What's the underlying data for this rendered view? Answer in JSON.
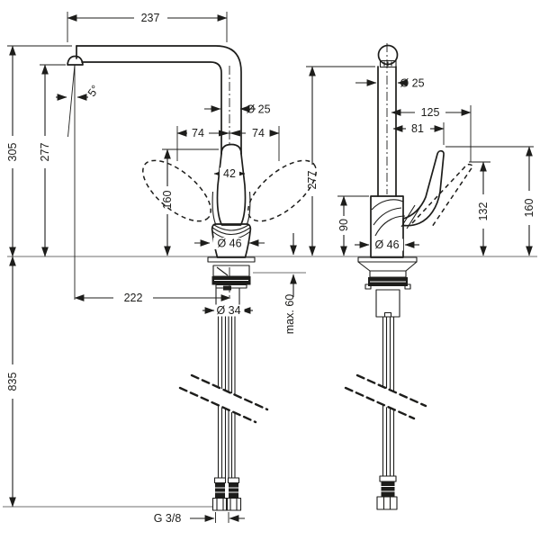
{
  "colors": {
    "ink": "#1d1d1b",
    "reference_line": "#8c8c8c",
    "background": "#ffffff"
  },
  "front_view": {
    "spout_reach": "237",
    "total_height": "305",
    "outlet_height": "277",
    "outlet_angle": "5°",
    "spout_pipe_diameter": "Ø 25",
    "lever_swing_left": "74",
    "lever_swing_right": "74",
    "lever_width": "42",
    "lever_raised_height": "160",
    "body_diameter": "Ø 46",
    "outlet_to_axis": "222",
    "shank_diameter": "Ø 34",
    "hose_length": "835",
    "connection_thread": "G 3/8"
  },
  "side_view": {
    "spout_pipe_diameter": "Ø 25",
    "lever_raised_reach": "125",
    "lever_reach": "81",
    "outlet_height": "277",
    "body_height": "90",
    "body_diameter": "Ø 46",
    "lever_tip_height": "132",
    "lever_raised_height": "160",
    "max_counter_thickness": "max. 60"
  }
}
